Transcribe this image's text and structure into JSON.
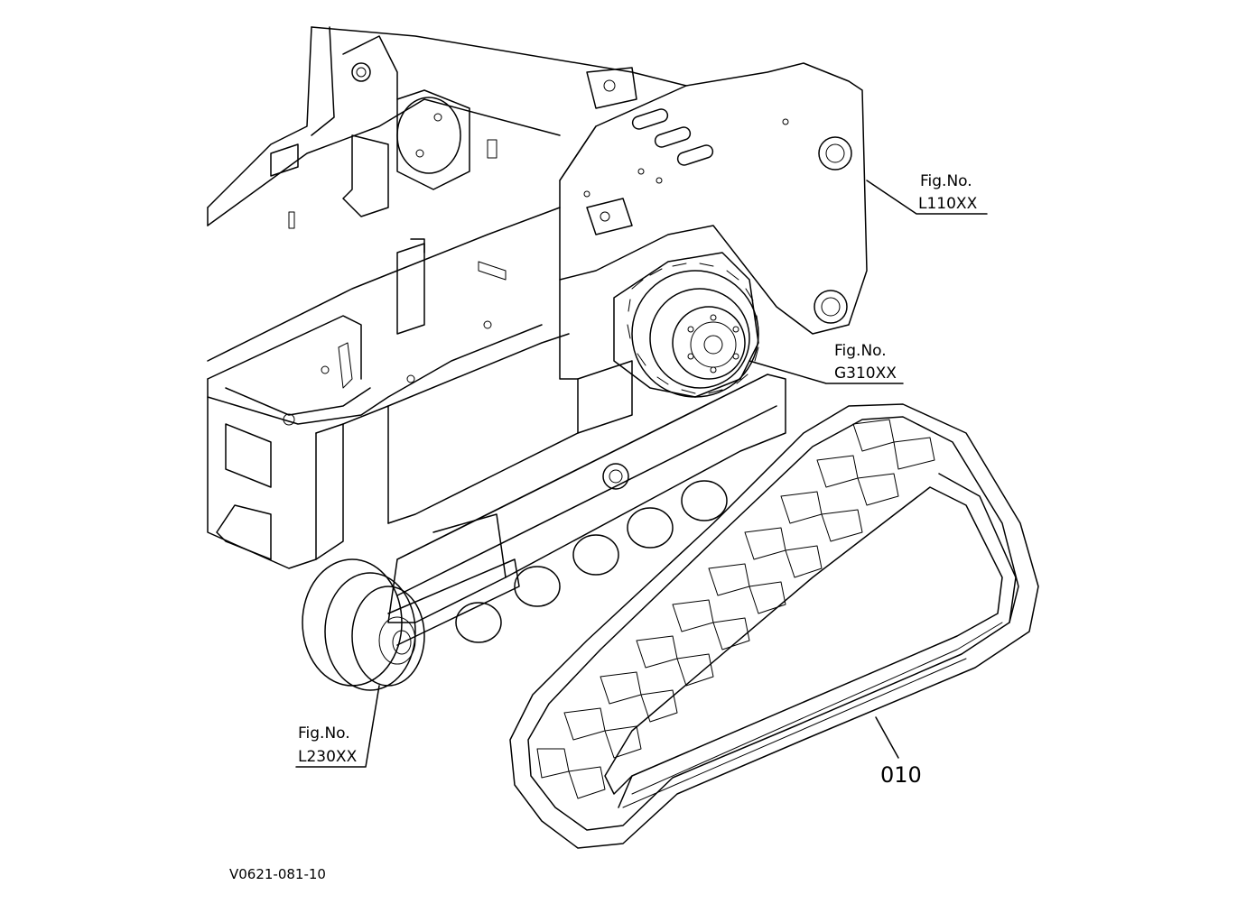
{
  "callouts": [
    {
      "prefix": "Fig.No.",
      "ref": "L110XX"
    },
    {
      "prefix": "Fig.No.",
      "ref": "G310XX"
    },
    {
      "prefix": "Fig.No.",
      "ref": "L230XX"
    }
  ],
  "part_number": "010",
  "drawing_code": "V0621-081-10"
}
